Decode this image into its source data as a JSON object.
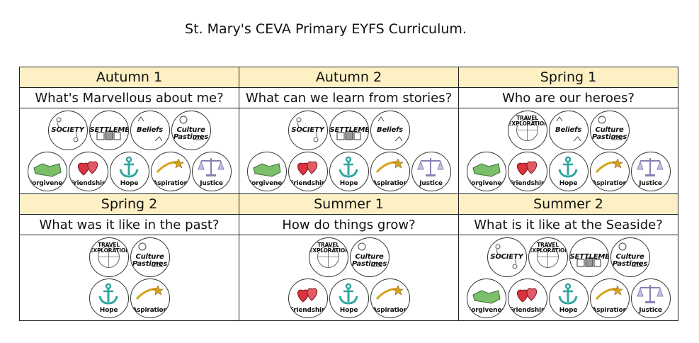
{
  "title": "St. Mary's CEVA Primary EYFS Curriculum.",
  "rows": [
    {
      "terms": [
        "Autumn 1",
        "Autumn 2",
        "Spring 1"
      ],
      "topics": [
        "What's Marvellous about me?",
        "What can we learn from stories?",
        "Who are our heroes?"
      ],
      "icons": [
        [
          [
            "society",
            "settlement",
            "beliefs",
            "culture"
          ],
          [
            "forgiveness",
            "friendship",
            "hope",
            "aspiration",
            "justice"
          ]
        ],
        [
          [
            "society",
            "settlement",
            "beliefs"
          ],
          [
            "forgiveness",
            "friendship",
            "hope",
            "aspiration",
            "justice"
          ]
        ],
        [
          [
            "travel",
            "beliefs",
            "culture"
          ],
          [
            "forgiveness",
            "friendship",
            "hope",
            "aspiration",
            "justice"
          ]
        ]
      ]
    },
    {
      "terms": [
        "Spring 2",
        "Summer 1",
        "Summer 2"
      ],
      "topics": [
        "What was it like in the past?",
        "How do things grow?",
        "What is it like at the Seaside?"
      ],
      "icons": [
        [
          [
            "travel",
            "culture"
          ],
          [
            "hope",
            "aspiration"
          ]
        ],
        [
          [
            "travel",
            "culture"
          ],
          [
            "friendship",
            "hope",
            "aspiration"
          ]
        ],
        [
          [
            "society",
            "travel",
            "settlement",
            "culture"
          ],
          [
            "forgiveness",
            "friendship",
            "hope",
            "aspiration",
            "justice"
          ]
        ]
      ]
    }
  ],
  "badge_labels": {
    "society": "SOCIETY",
    "settlement": "SETTLEMENT",
    "beliefs": "Beliefs",
    "culture": "Culture Pastimes",
    "travel": "TRAVEL EXPLORATION",
    "forgiveness": "Forgiveness",
    "friendship": "Friendship",
    "hope": "Hope",
    "aspiration": "Aspiration",
    "justice": "Justice"
  },
  "badge_colors": {
    "forgiveness": "#7bbf6a",
    "friendship": "#d9333f",
    "hope": "#2fa6a0",
    "aspiration": "#d8a21d",
    "justice": "#8a7fb5"
  }
}
